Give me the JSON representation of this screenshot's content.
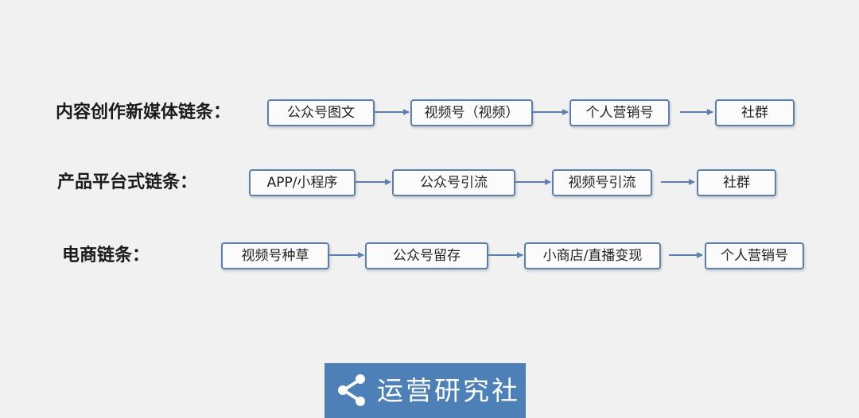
{
  "rows": [
    {
      "label": "内容创作新媒体链条：",
      "nodes": [
        "公众号图文",
        "视频号（视频）",
        "个人营销号",
        "社群"
      ]
    },
    {
      "label": "产品平台式链条：",
      "nodes": [
        "APP/小程序",
        "公众号引流",
        "视频号引流",
        "社群"
      ]
    },
    {
      "label": "电商链条：",
      "nodes": [
        "视频号种草",
        "公众号留存",
        "小商店/直播变现",
        "个人营销号"
      ]
    }
  ],
  "logo": {
    "text": "运营研究社",
    "icon": "share-icon",
    "background": "#4e80b8"
  },
  "colors": {
    "node_border": "#5b7fae",
    "arrow": "#5b7fae",
    "background": "#f1f1f1"
  }
}
